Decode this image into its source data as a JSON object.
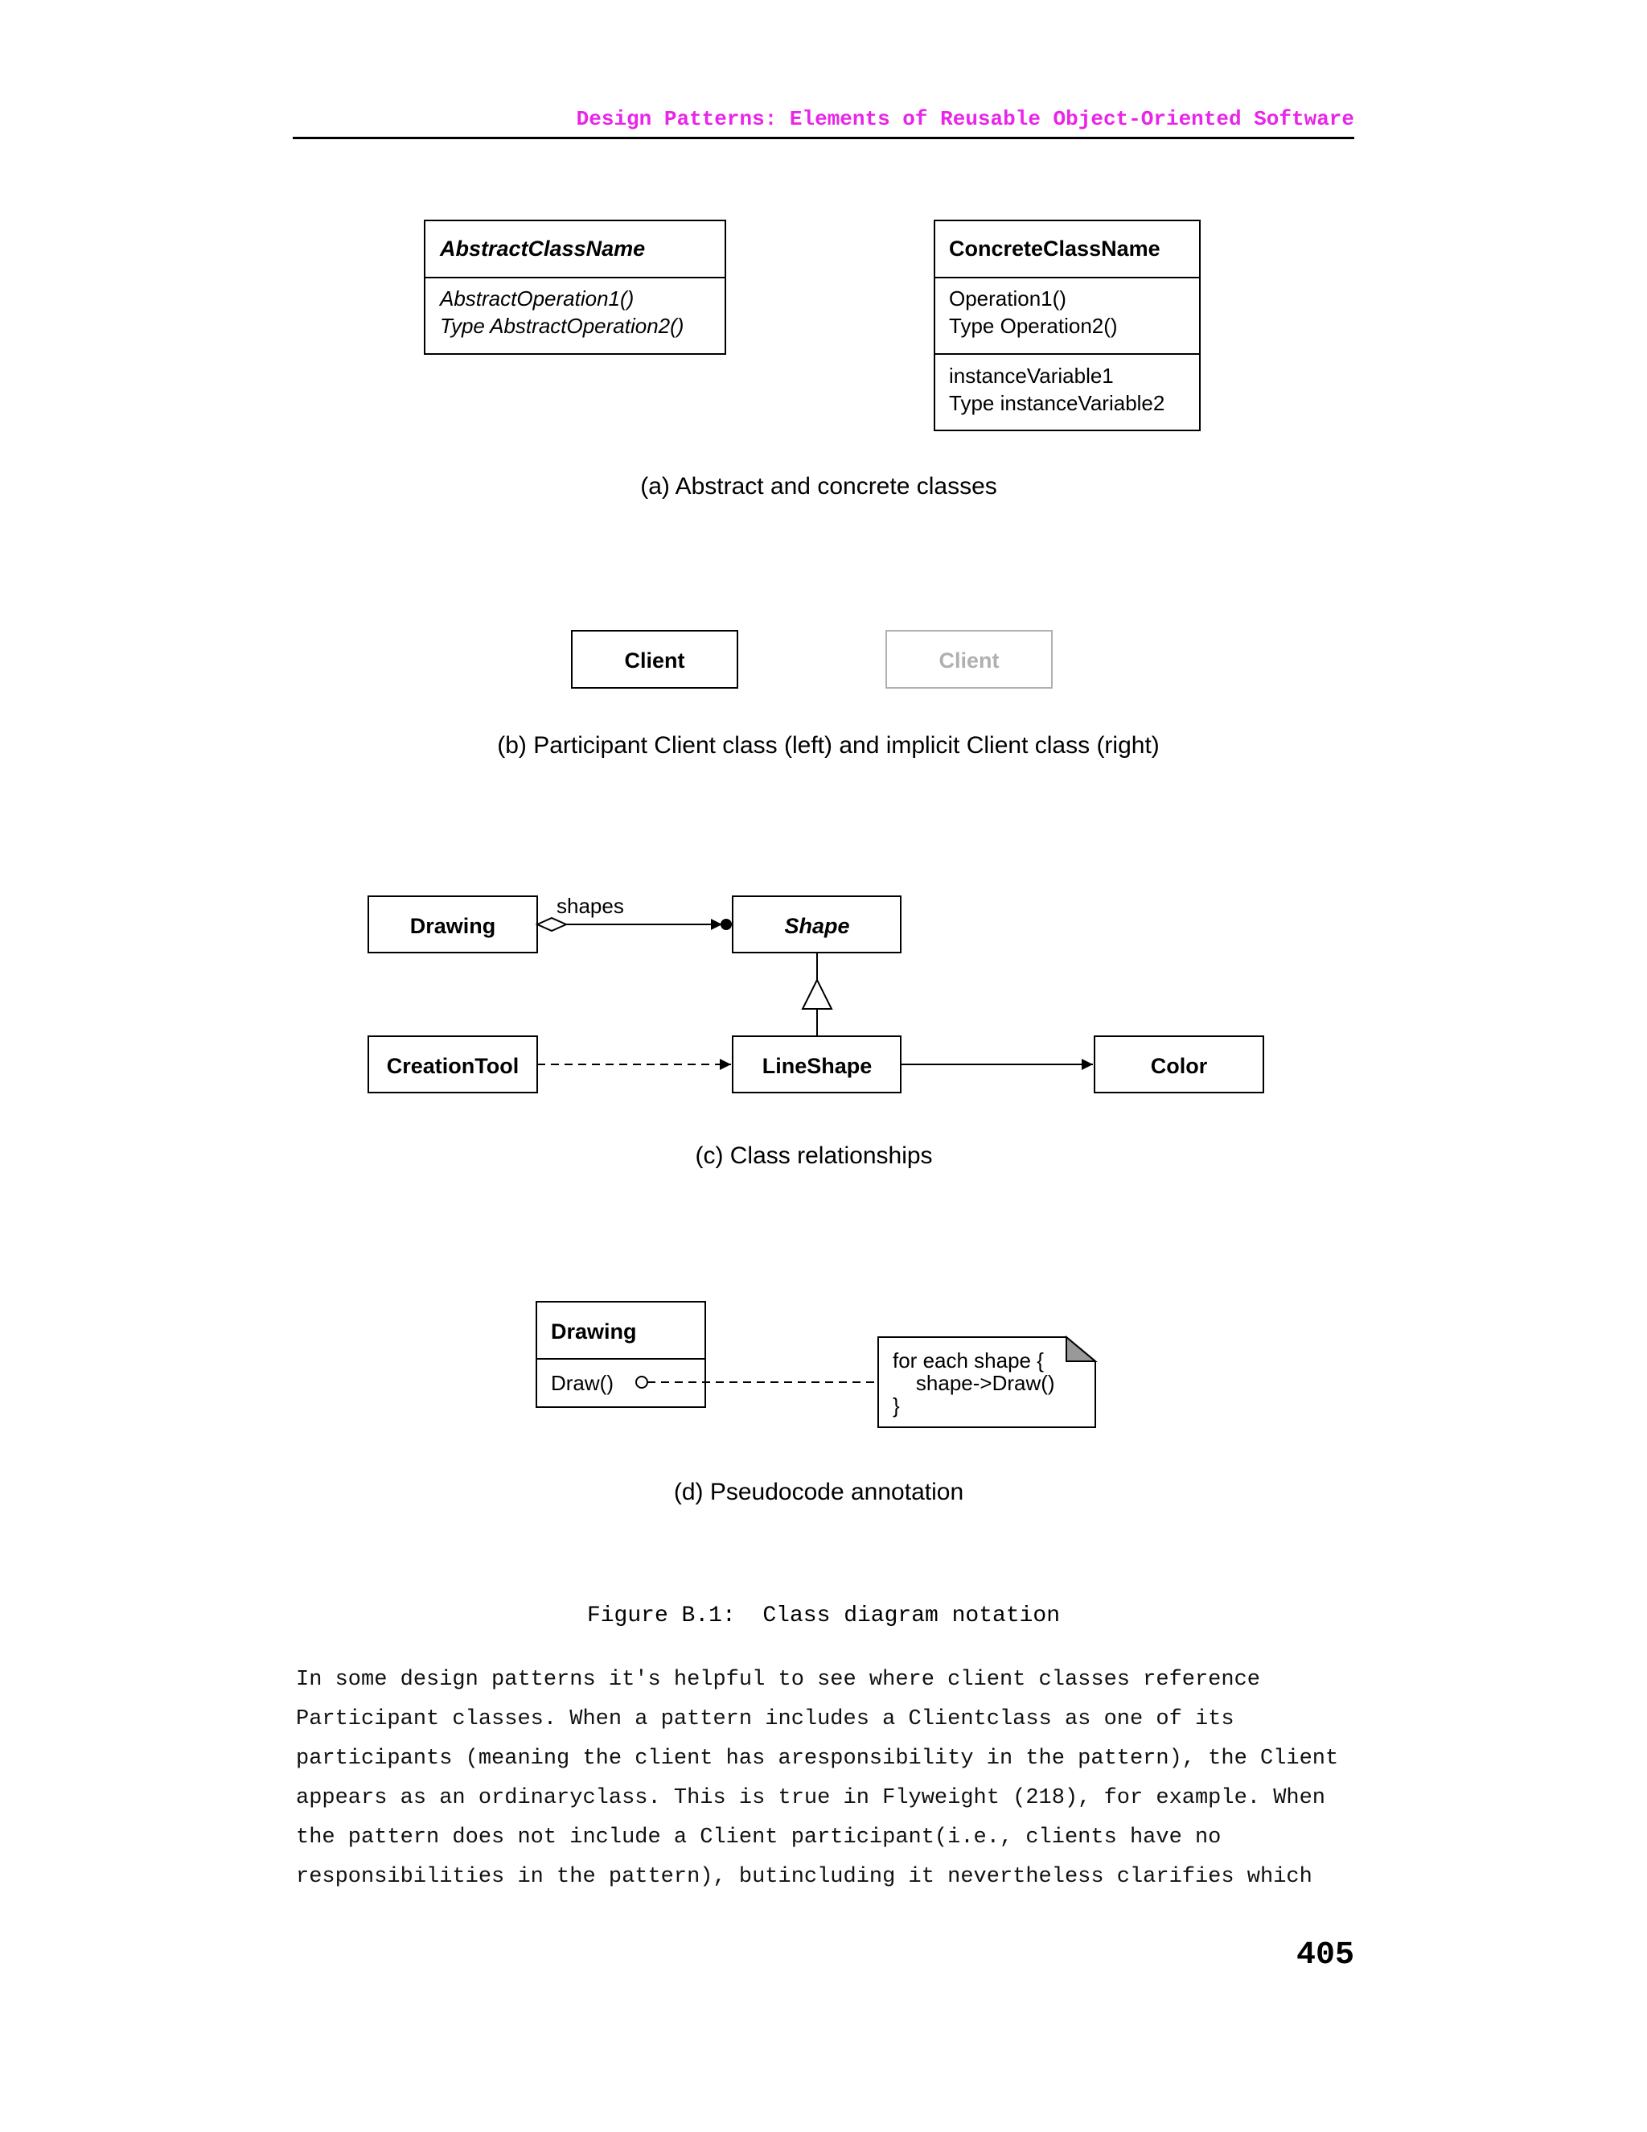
{
  "header": {
    "title": "Design Patterns: Elements of Reusable Object-Oriented Software"
  },
  "figure": {
    "panel_a": {
      "abstract_class": {
        "name": "AbstractClassName",
        "operations": [
          "AbstractOperation1()",
          "Type AbstractOperation2()"
        ]
      },
      "concrete_class": {
        "name": "ConcreteClassName",
        "operations": [
          "Operation1()",
          "Type Operation2()"
        ],
        "variables": [
          "instanceVariable1",
          "Type instanceVariable2"
        ]
      },
      "caption": "(a) Abstract and concrete classes"
    },
    "panel_b": {
      "participant_client": "Client",
      "implicit_client": "Client",
      "caption": "(b) Participant Client class (left) and implicit Client class (right)"
    },
    "panel_c": {
      "drawing": "Drawing",
      "shapes_label": "shapes",
      "shape": "Shape",
      "creation_tool": "CreationTool",
      "line_shape": "LineShape",
      "color": "Color",
      "caption": "(c) Class relationships"
    },
    "panel_d": {
      "drawing": "Drawing",
      "operation": "Draw()",
      "note_lines": [
        "for each shape {",
        "    shape->Draw()",
        "}"
      ],
      "caption": "(d) Pseudocode annotation"
    },
    "caption": "Figure B.1:  Class diagram notation"
  },
  "body": {
    "lines": [
      "In some design patterns it's helpful to see where client classes reference",
      "Participant classes. When a pattern includes a Clientclass as one of its",
      "participants (meaning the client has aresponsibility in the pattern), the Client",
      "appears as an ordinaryclass. This is true in Flyweight (218), for example. When",
      "the pattern does not include a Client participant(i.e., clients have no",
      "responsibilities in the pattern), butincluding it nevertheless clarifies which"
    ]
  },
  "page_number": "405"
}
